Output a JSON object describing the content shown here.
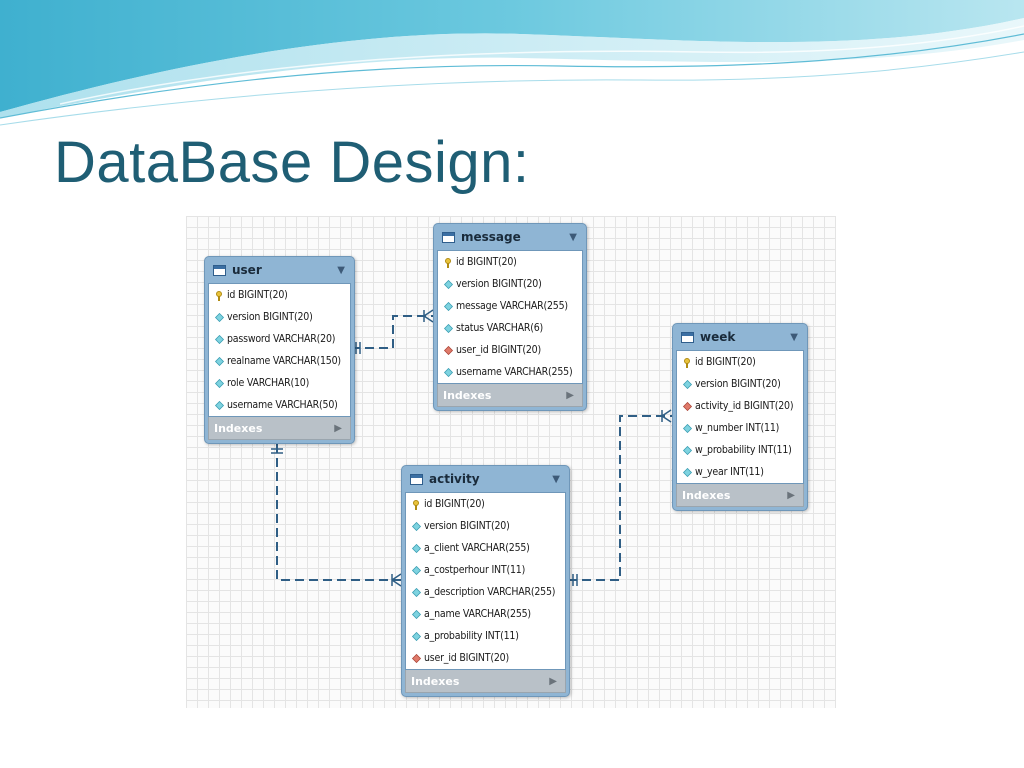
{
  "slide": {
    "title": "DataBase Design:"
  },
  "diagram": {
    "indexes_label": "Indexes",
    "entities": {
      "user": {
        "name": "user",
        "columns": [
          {
            "text": "id BIGINT(20)",
            "icon": "primary-key-icon"
          },
          {
            "text": "version BIGINT(20)",
            "icon": "column-icon"
          },
          {
            "text": "password VARCHAR(20)",
            "icon": "column-icon"
          },
          {
            "text": "realname VARCHAR(150)",
            "icon": "column-icon"
          },
          {
            "text": "role VARCHAR(10)",
            "icon": "column-icon"
          },
          {
            "text": "username VARCHAR(50)",
            "icon": "column-icon"
          }
        ]
      },
      "message": {
        "name": "message",
        "columns": [
          {
            "text": "id BIGINT(20)",
            "icon": "primary-key-icon"
          },
          {
            "text": "version BIGINT(20)",
            "icon": "column-icon"
          },
          {
            "text": "message VARCHAR(255)",
            "icon": "column-icon"
          },
          {
            "text": "status VARCHAR(6)",
            "icon": "column-icon"
          },
          {
            "text": "user_id BIGINT(20)",
            "icon": "foreign-key-icon"
          },
          {
            "text": "username VARCHAR(255)",
            "icon": "column-icon"
          }
        ]
      },
      "week": {
        "name": "week",
        "columns": [
          {
            "text": "id BIGINT(20)",
            "icon": "primary-key-icon"
          },
          {
            "text": "version BIGINT(20)",
            "icon": "column-icon"
          },
          {
            "text": "activity_id BIGINT(20)",
            "icon": "foreign-key-icon"
          },
          {
            "text": "w_number INT(11)",
            "icon": "column-icon"
          },
          {
            "text": "w_probability INT(11)",
            "icon": "column-icon"
          },
          {
            "text": "w_year INT(11)",
            "icon": "column-icon"
          }
        ]
      },
      "activity": {
        "name": "activity",
        "columns": [
          {
            "text": "id BIGINT(20)",
            "icon": "primary-key-icon"
          },
          {
            "text": "version BIGINT(20)",
            "icon": "column-icon"
          },
          {
            "text": "a_client VARCHAR(255)",
            "icon": "column-icon"
          },
          {
            "text": "a_costperhour INT(11)",
            "icon": "column-icon"
          },
          {
            "text": "a_description VARCHAR(255)",
            "icon": "column-icon"
          },
          {
            "text": "a_name VARCHAR(255)",
            "icon": "column-icon"
          },
          {
            "text": "a_probability INT(11)",
            "icon": "column-icon"
          },
          {
            "text": "user_id BIGINT(20)",
            "icon": "foreign-key-icon"
          }
        ]
      }
    },
    "relationships": [
      {
        "from": "user",
        "to": "message",
        "kind": "one-to-many"
      },
      {
        "from": "user",
        "to": "activity",
        "kind": "one-to-many"
      },
      {
        "from": "activity",
        "to": "week",
        "kind": "one-to-many"
      }
    ],
    "colors": {
      "title": "#1f5e74",
      "entity_frame": "#8fb5d4",
      "connector": "#2f5e85"
    }
  }
}
